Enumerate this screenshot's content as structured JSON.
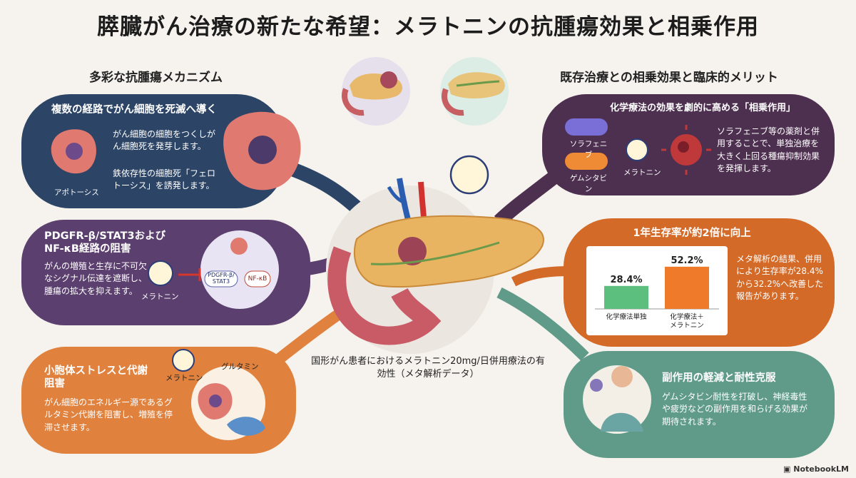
{
  "title": "膵臓がん治療の新たな希望：メラトニンの抗腫瘍効果と相乗作用",
  "left_heading": "多彩な抗腫瘍メカニズム",
  "right_heading": "既存治療との相乗効果と臨床的メリット",
  "cards": {
    "apoptosis": {
      "title": "複数の経路でがん細胞を死滅へ導く",
      "text1": "がん細胞の細胞をつくしがん細胞死を発芽します。",
      "text2": "鉄依存性の細胞死「フェロトーシス」を誘発します。",
      "icon_label": "アポトーシス"
    },
    "signal": {
      "title": "PDGFR-β/STAT3および NF-κB経路の阻害",
      "text": "がんの増殖と生存に不可欠なシグナル伝達を遮断し、腫瘍の拡大を抑えます。",
      "melatonin_label": "メラトニン",
      "receptor1": "PDGFR-β/ STAT3",
      "receptor2": "NF-κB"
    },
    "er_stress": {
      "title": "小胞体ストレスと代謝阻害",
      "text": "がん細胞のエネルギー源であるグルタミン代謝を阻害し、増殖を停滞させます。",
      "melatonin_label": "メラトニン",
      "glutamine_label": "グルタミン"
    },
    "synergy": {
      "title": "化学療法の効果を劇的に高める「相乗作用」",
      "drug1": "ソラフェニブ",
      "drug2": "ゲムシタビン",
      "melatonin_label": "メラトニン",
      "text": "ソラフェニブ等の薬剤と併用することで、単独治療を大きく上回る種瘍抑制効果を発揮します。"
    },
    "survival": {
      "title": "1年生存率が約2倍に向上",
      "text": "メタ解析の結果、併用により生存率が28.4%から32.2%へ改善した報告があります。"
    },
    "side_effects": {
      "title": "副作用の軽減と耐性克服",
      "text": "ゲムシタビン耐性を打破し、神経毒性や疲労などの副作用を和らげる効果が期待されます。"
    }
  },
  "center_caption": "国形がん患者におけるメラトニン20mg/日併用療法の有効性（メタ解析データ）",
  "chart_data": {
    "type": "bar",
    "categories": [
      "化学療法単独",
      "化学療法＋ メラトニン"
    ],
    "values": [
      28.4,
      52.2
    ],
    "value_labels": [
      "28.4%",
      "52.2%"
    ],
    "colors": [
      "#5cbf7e",
      "#ee7a2a"
    ],
    "ylim": [
      0,
      60
    ]
  },
  "footer": "NotebookLM",
  "colors": {
    "navy": "#2c4466",
    "purple": "#5b3f6e",
    "orange": "#e0813d",
    "plum": "#4d2f4f",
    "rust": "#d46a28",
    "teal": "#5f9b88"
  }
}
